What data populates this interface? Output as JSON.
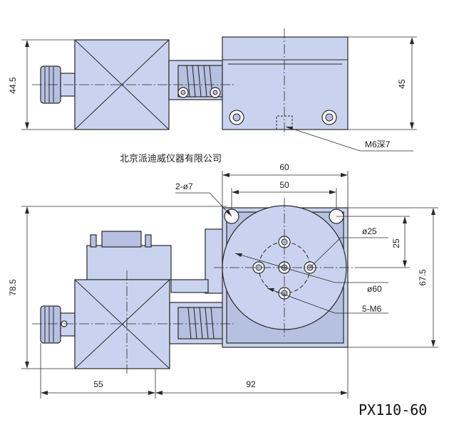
{
  "drawing": {
    "manufacturer": "北京派迪威仪器有限公司",
    "model": "PX110-60"
  },
  "side_view": {
    "dims": {
      "left_height": "44.5",
      "right_height": "45",
      "tapped_hole": "M6深7"
    }
  },
  "top_view": {
    "dims": {
      "width_outer": "60",
      "width_holes": "50",
      "corner_holes": "2-ø7",
      "inner_circle": "ø25",
      "offset": "25",
      "table_diameter": "ø60",
      "table_holes": "5-M6",
      "overall_height": "78.5",
      "stage_height": "67.5",
      "motor_length": "55",
      "stage_length": "92"
    }
  }
}
